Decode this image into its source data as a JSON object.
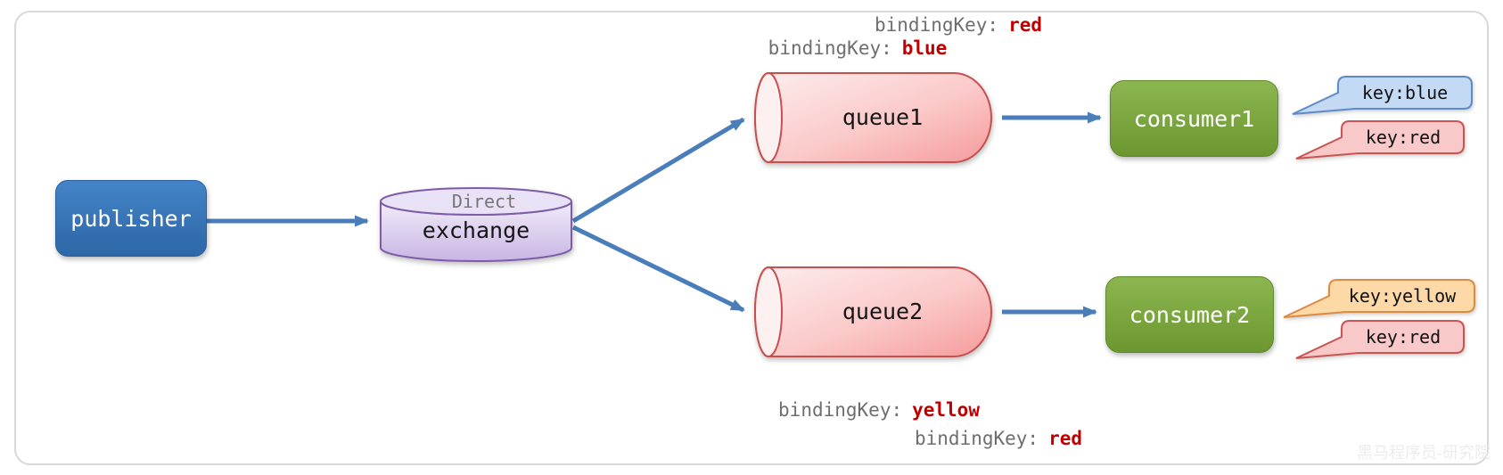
{
  "diagram": {
    "publisher": {
      "label": "publisher"
    },
    "exchange": {
      "type_label": "Direct",
      "label": "exchange"
    },
    "queues": [
      {
        "label": "queue1",
        "binding_keys": [
          {
            "prefix": "bindingKey:",
            "value": "red"
          },
          {
            "prefix": "bindingKey:",
            "value": "blue"
          }
        ]
      },
      {
        "label": "queue2",
        "binding_keys": [
          {
            "prefix": "bindingKey:",
            "value": "yellow"
          },
          {
            "prefix": "bindingKey:",
            "value": "red"
          }
        ]
      }
    ],
    "consumers": [
      {
        "label": "consumer1",
        "keys": [
          {
            "label": "key:blue",
            "color_name": "blue"
          },
          {
            "label": "key:red",
            "color_name": "red"
          }
        ]
      },
      {
        "label": "consumer2",
        "keys": [
          {
            "label": "key:yellow",
            "color_name": "yellow"
          },
          {
            "label": "key:red",
            "color_name": "red"
          }
        ]
      }
    ],
    "watermark": "黑马程序员-研究院",
    "colors": {
      "arrow": "#4a7ebb",
      "publisher_fill": "#3577be",
      "consumer_fill": "#7ca63d",
      "exchange_fill": "#d5c6ea",
      "queue_fill": "#f8b5b5",
      "binding_value_red": "#c00000",
      "callout_blue": "#c3d9f4",
      "callout_red": "#f9c9c9",
      "callout_yellow": "#fcd9a6"
    }
  }
}
